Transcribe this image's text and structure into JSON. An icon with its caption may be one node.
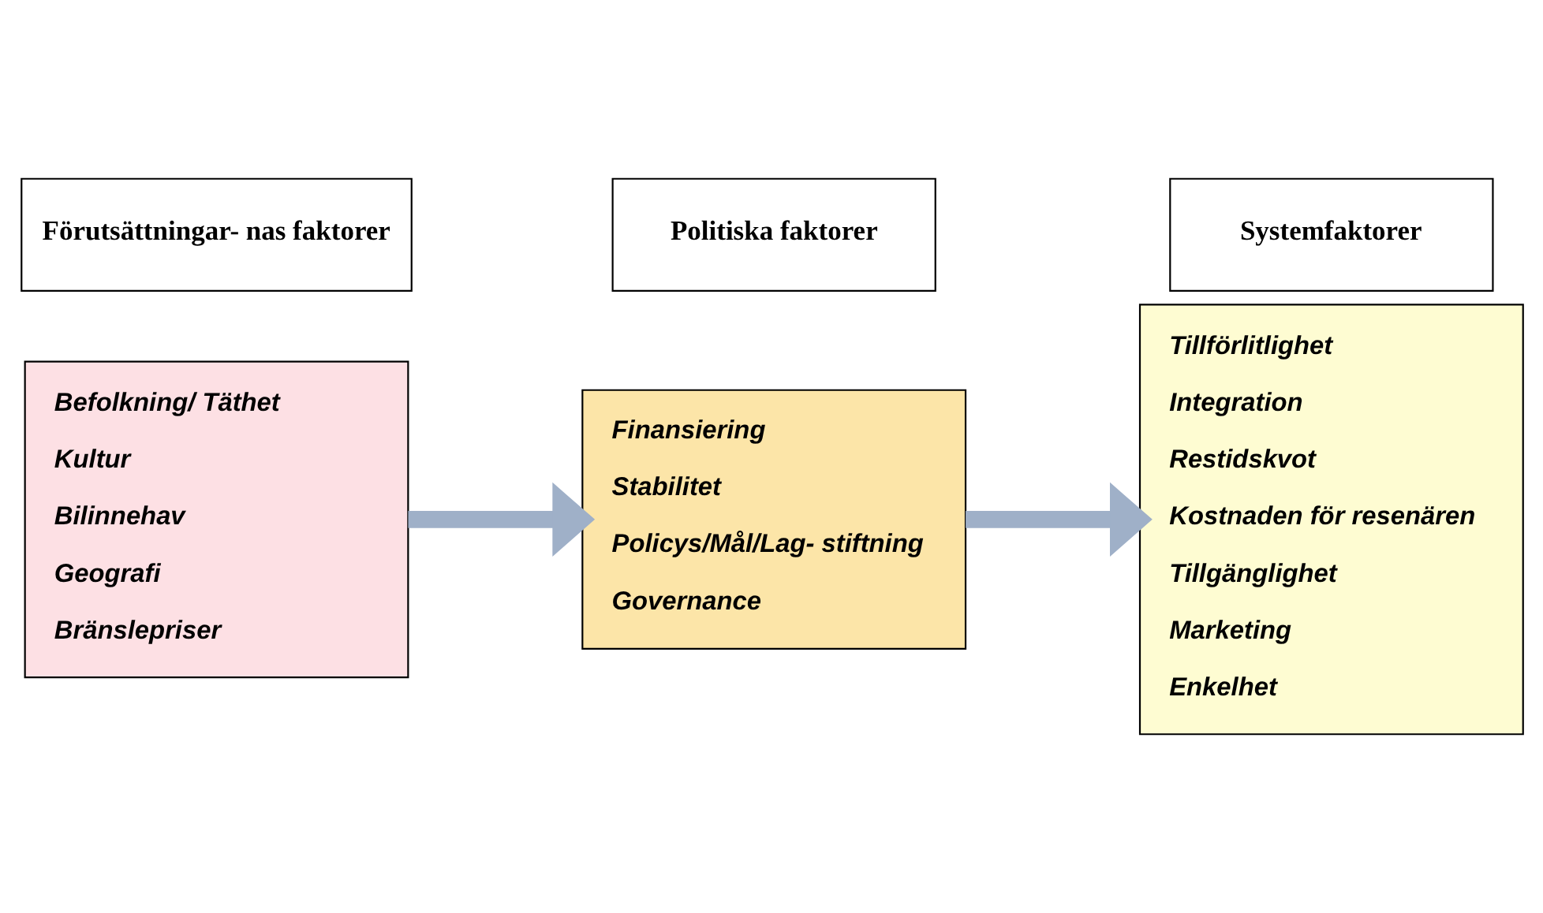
{
  "diagram": {
    "nodes": [
      {
        "text": [
          "Förutsättningar- nas faktorer"
        ]
      },
      {
        "text": [
          "Befolkning/ Täthet",
          "Kultur",
          "Bilinnehav",
          "Geografi",
          "Bränslepriser"
        ]
      },
      {
        "text": [
          "Politiska faktorer"
        ]
      },
      {
        "text": [
          "Finansiering",
          "Stabilitet",
          "Policys/Mål/Lag- stiftning",
          "Governance"
        ]
      },
      {
        "text": [
          "Systemfaktorer"
        ]
      },
      {
        "text": [
          "Tillförlitlighet",
          "Integration",
          "Restidskvot",
          "Kostnaden för resenären",
          "Tillgänglighet",
          "Marketing",
          "Enkelhet"
        ]
      }
    ],
    "edges": [
      {
        "from": 1,
        "to": 3,
        "arrow": "to"
      },
      {
        "from": 3,
        "to": 5,
        "arrow": "to"
      }
    ]
  }
}
